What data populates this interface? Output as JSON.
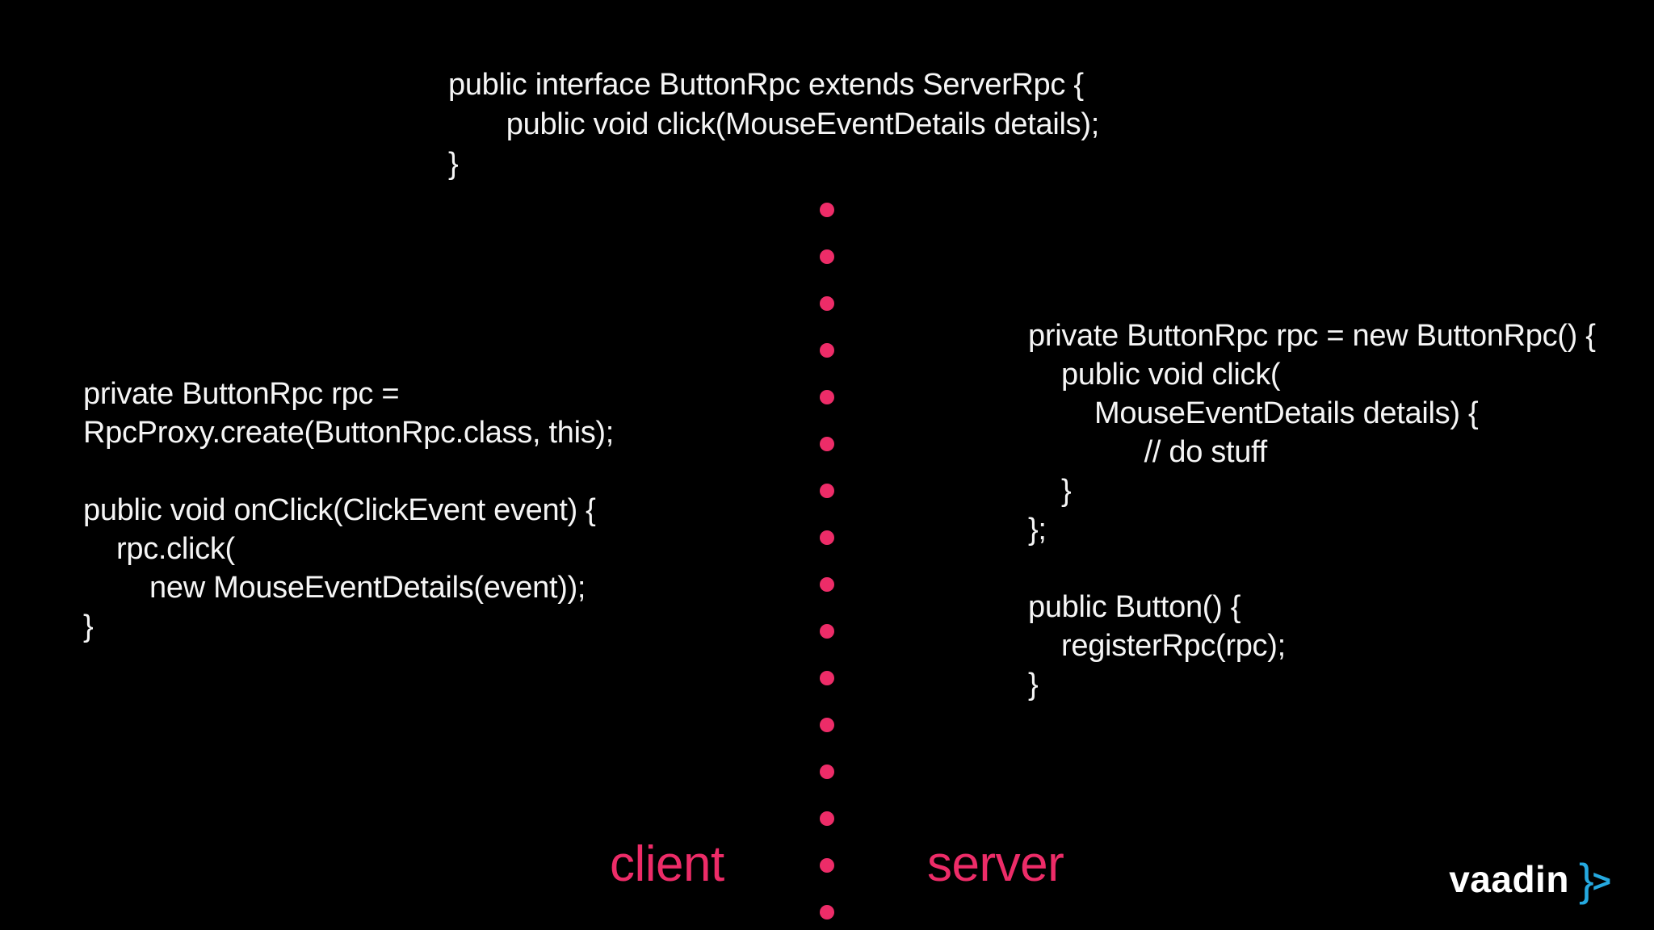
{
  "slide": {
    "background_color": "#000000",
    "accent_pink": "#ED2C68",
    "code_color": "#F5F5F5",
    "logo_blue": "#25A9E0"
  },
  "interface_code": {
    "lines": [
      "public interface ButtonRpc extends ServerRpc {",
      "       public void click(MouseEventDetails details);",
      "}"
    ]
  },
  "client_code": {
    "lines": [
      "private ButtonRpc rpc =",
      "RpcProxy.create(ButtonRpc.class, this);",
      "",
      "public void onClick(ClickEvent event) {",
      "    rpc.click(",
      "        new MouseEventDetails(event));",
      "}"
    ]
  },
  "server_code": {
    "lines": [
      "private ButtonRpc rpc = new ButtonRpc() {",
      "    public void click(",
      "        MouseEventDetails details) {",
      "              // do stuff",
      "    }",
      "};",
      "",
      "public Button() {",
      "    registerRpc(rpc);",
      "}"
    ]
  },
  "divider": {
    "client_label": "client",
    "server_label": "server",
    "dot_count": 16
  },
  "logo": {
    "wordmark": "vaadin",
    "brace": "}",
    "chevron": ">"
  }
}
